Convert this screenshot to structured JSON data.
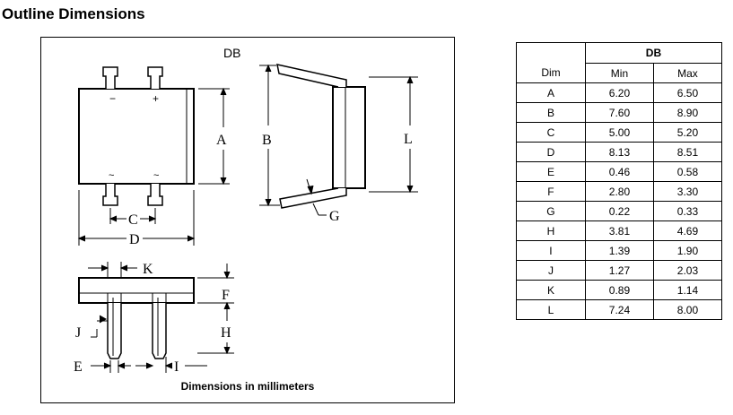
{
  "title": "Outline Dimensions",
  "drawing": {
    "package_label": "DB",
    "caption": "Dimensions in millimeters",
    "dim_letters": {
      "A": "A",
      "B": "B",
      "C": "C",
      "D": "D",
      "E": "E",
      "F": "F",
      "G": "G",
      "H": "H",
      "I": "I",
      "J": "J",
      "K": "K",
      "L": "L"
    },
    "pin_marks": {
      "minus": "−",
      "plus": "+",
      "ac1": "~",
      "ac2": "~"
    }
  },
  "table": {
    "package": "DB",
    "headers": {
      "dim": "Dim",
      "min": "Min",
      "max": "Max"
    },
    "rows": [
      {
        "dim": "A",
        "min": "6.20",
        "max": "6.50"
      },
      {
        "dim": "B",
        "min": "7.60",
        "max": "8.90"
      },
      {
        "dim": "C",
        "min": "5.00",
        "max": "5.20"
      },
      {
        "dim": "D",
        "min": "8.13",
        "max": "8.51"
      },
      {
        "dim": "E",
        "min": "0.46",
        "max": "0.58"
      },
      {
        "dim": "F",
        "min": "2.80",
        "max": "3.30"
      },
      {
        "dim": "G",
        "min": "0.22",
        "max": "0.33"
      },
      {
        "dim": "H",
        "min": "3.81",
        "max": "4.69"
      },
      {
        "dim": "I",
        "min": "1.39",
        "max": "1.90"
      },
      {
        "dim": "J",
        "min": "1.27",
        "max": "2.03"
      },
      {
        "dim": "K",
        "min": "0.89",
        "max": "1.14"
      },
      {
        "dim": "L",
        "min": "7.24",
        "max": "8.00"
      }
    ]
  }
}
